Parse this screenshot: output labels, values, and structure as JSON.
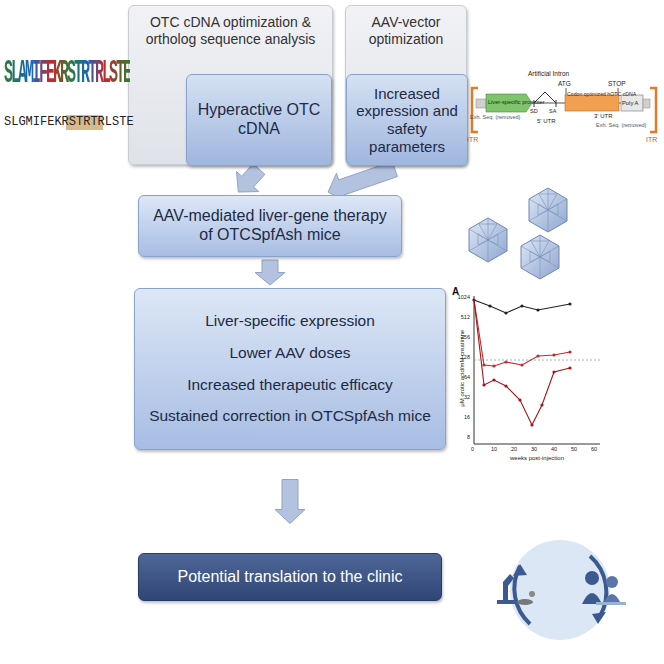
{
  "diagram": {
    "nodes": [
      {
        "text": [
          "OTC cDNA optimization & ortholog sequence analysis"
        ]
      },
      {
        "text": [
          "Hyperactive OTC cDNA"
        ],
        "in": 0
      },
      {
        "text": [
          "AAV-vector optimization"
        ]
      },
      {
        "text": [
          "Increased expression and safety parameters"
        ],
        "in": 2
      },
      {
        "text": [
          "AAV-mediated liver-gene therapy of OTCSpfAsh mice"
        ]
      },
      {
        "text": [
          "Liver-specific expression",
          "Lower AAV doses",
          "Increased therapeutic efficacy",
          "Sustained correction in OTCSpfAsh mice"
        ]
      },
      {
        "text": [
          "Potential translation to the clinic"
        ]
      }
    ],
    "edges": [
      {
        "from": 1,
        "to": 4,
        "arrow": "to"
      },
      {
        "from": 3,
        "to": 4,
        "arrow": "to"
      },
      {
        "from": 4,
        "to": 5,
        "arrow": "to"
      },
      {
        "from": 5,
        "to": 6,
        "arrow": "to"
      }
    ],
    "labels": [
      "SLAMIFEKRSTRTRLSTE",
      "SLGMIFEKRSTRTRLSTE",
      "ITR",
      "Liver-specific promoter",
      "Exh. Seq. (removed)",
      "ATG",
      "Artificial Intron",
      "SD",
      "SA",
      "5' UTR",
      "Codon optimized hOTC cDNA",
      "STOP",
      "Poly A",
      "3' UTR",
      "Exh. Seq. (removed)",
      "ITR",
      "A",
      "μM orotic acid/mM creatinine",
      "weeks post-injection",
      "1024",
      "512",
      "256",
      "128",
      "64",
      "32",
      "16",
      "8",
      "0",
      "10",
      "20",
      "30",
      "40",
      "50",
      "60"
    ]
  }
}
